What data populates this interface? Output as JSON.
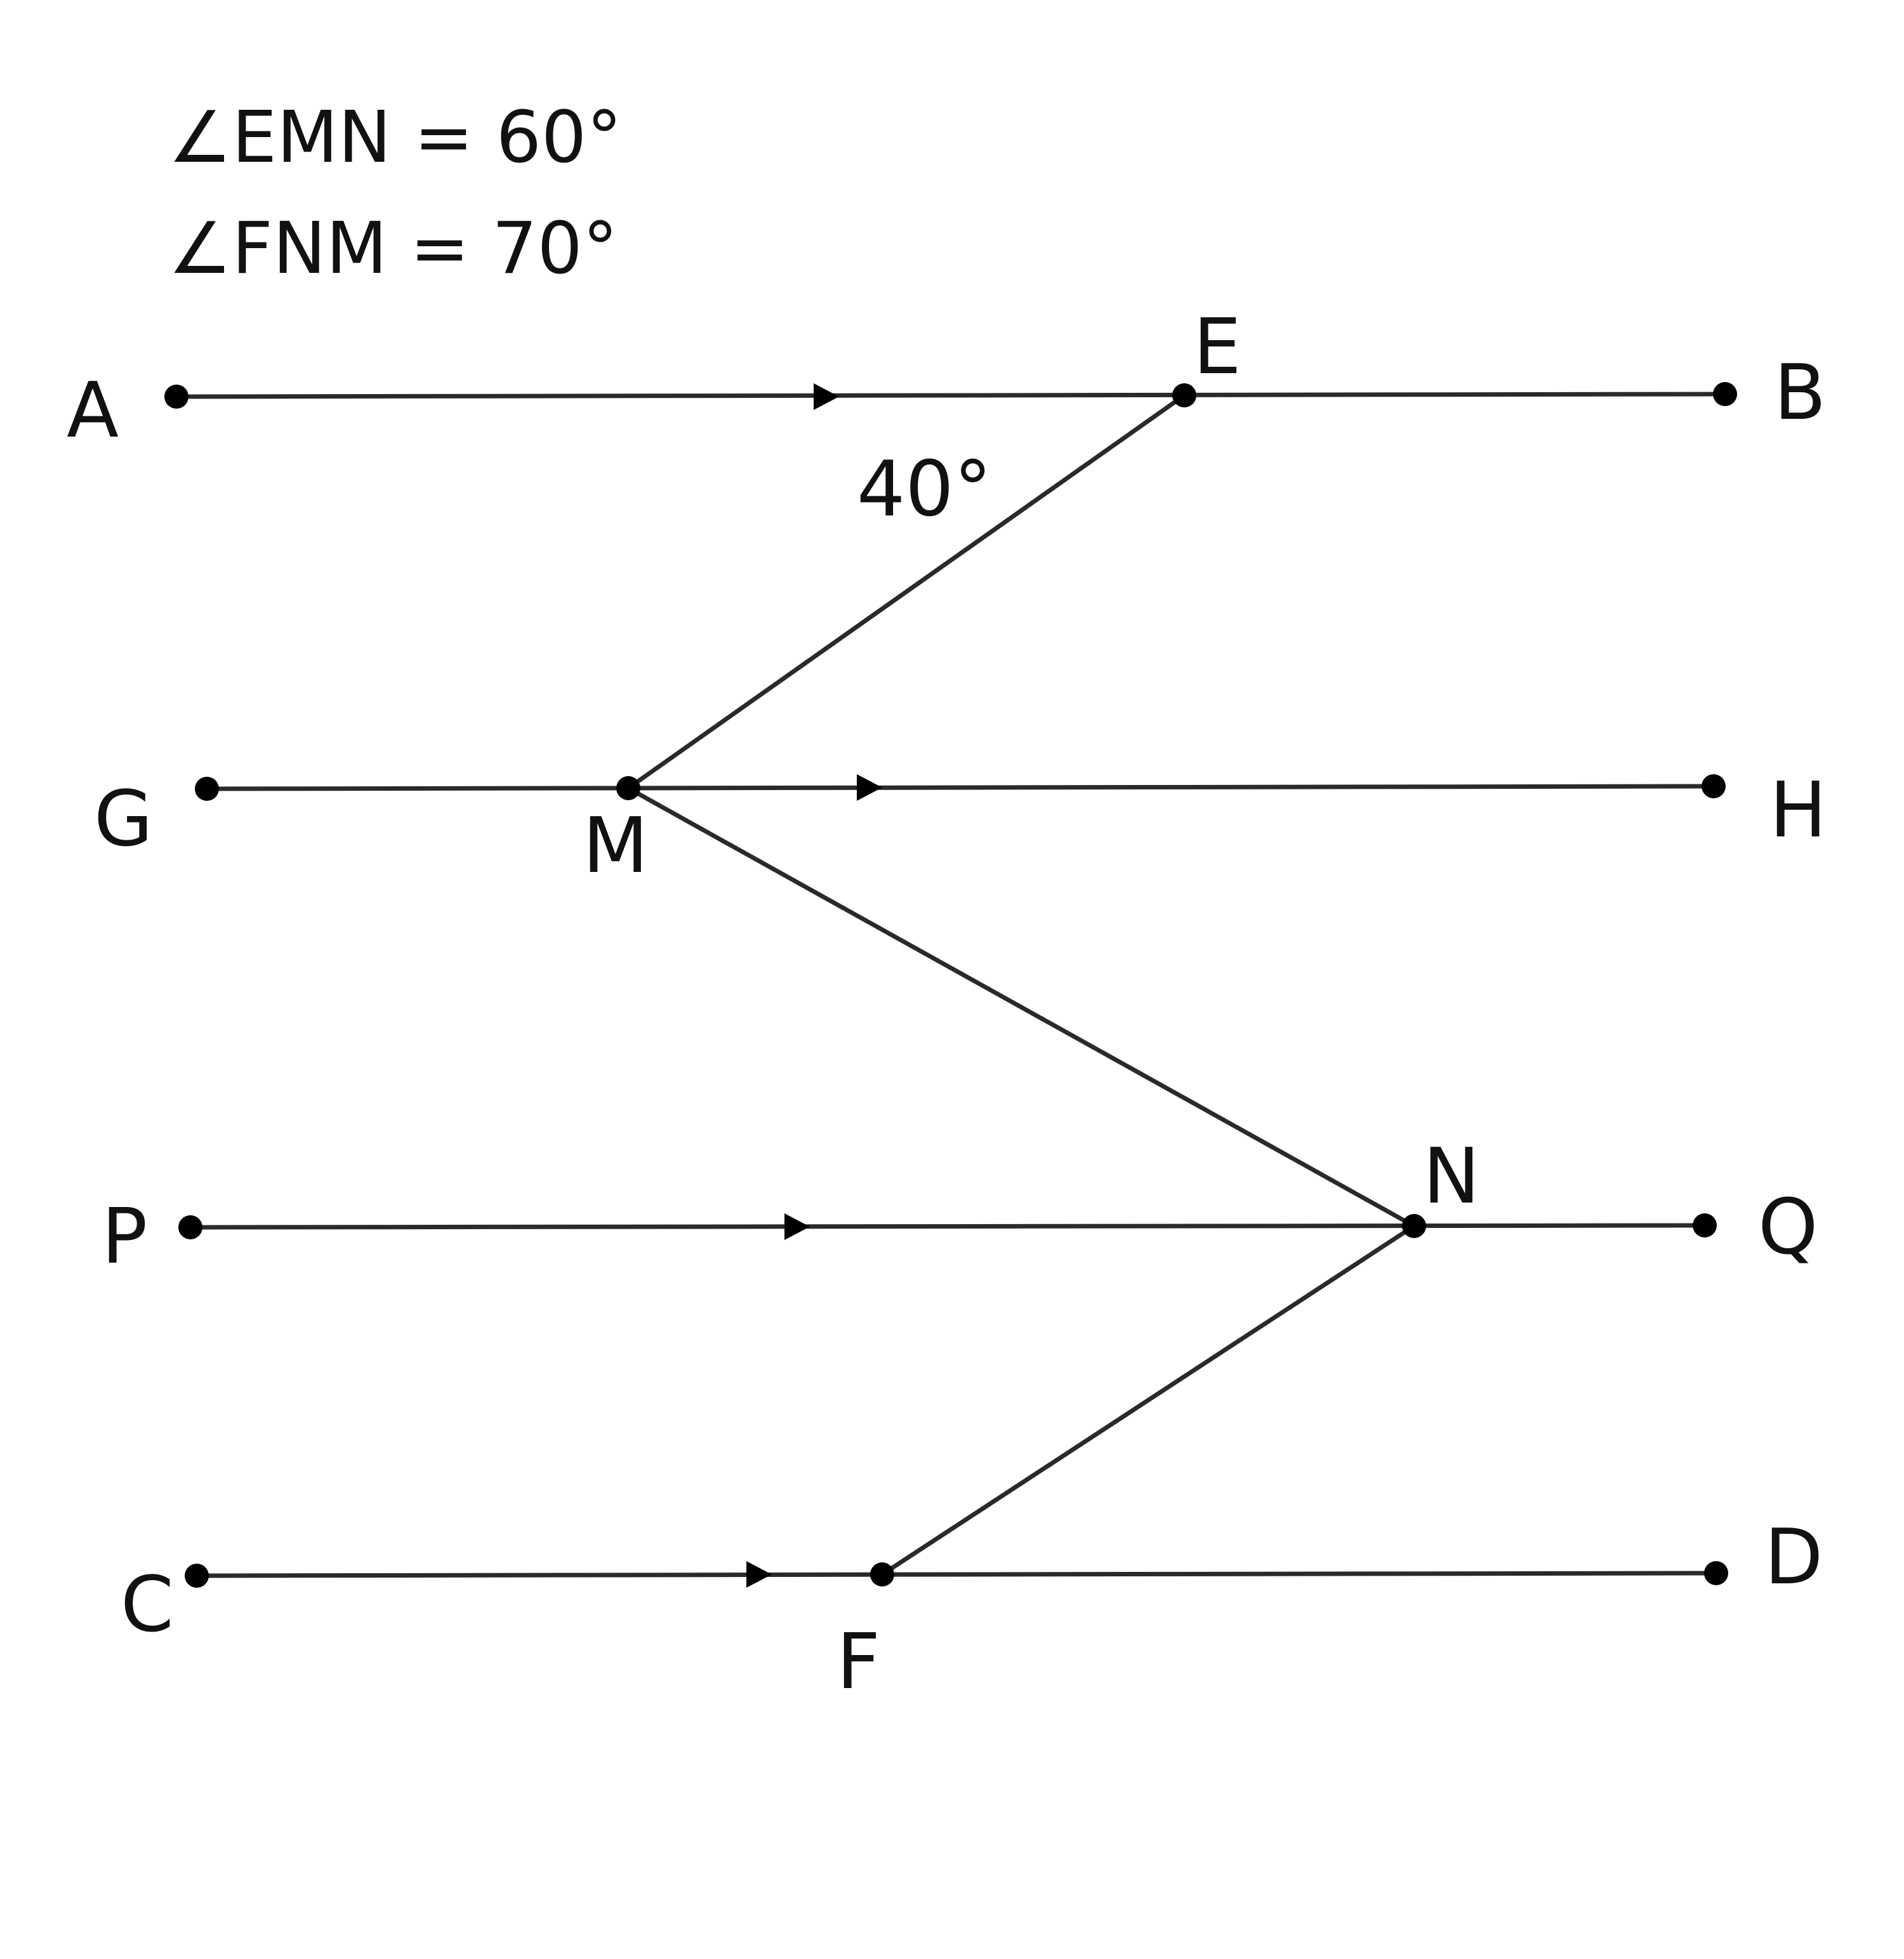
{
  "given": {
    "line1": "∠EMN = 60°",
    "line2": "∠FNM = 70°"
  },
  "angle_label": "40°",
  "points": {
    "A": "A",
    "B": "B",
    "E": "E",
    "G": "G",
    "H": "H",
    "M": "M",
    "P": "P",
    "Q": "Q",
    "N": "N",
    "C": "C",
    "D": "D",
    "F": "F"
  },
  "colors": {
    "line": "#2a2a2a",
    "point": "#000000",
    "text": "#111111"
  }
}
